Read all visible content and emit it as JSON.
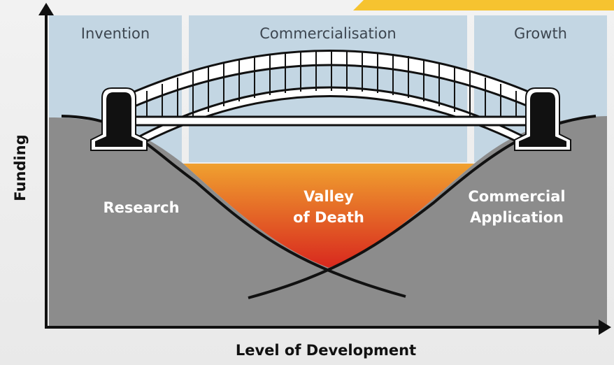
{
  "stages": [
    {
      "label": "Invention"
    },
    {
      "label": "Commercialisation"
    },
    {
      "label": "Growth"
    }
  ],
  "regions": {
    "research": "Research",
    "valley": [
      "Valley",
      "of Death"
    ],
    "commercial": [
      "Commercial",
      "Application"
    ]
  },
  "axes": {
    "y_label": "Funding",
    "x_label": "Level of Development"
  },
  "colors": {
    "sky": "#c3d6e3",
    "ground": "#8c8c8c",
    "valley_top": "#f0a12f",
    "valley_bottom": "#d8281e",
    "corner_badge": "#f6c330",
    "bridge_stroke": "#111111"
  }
}
